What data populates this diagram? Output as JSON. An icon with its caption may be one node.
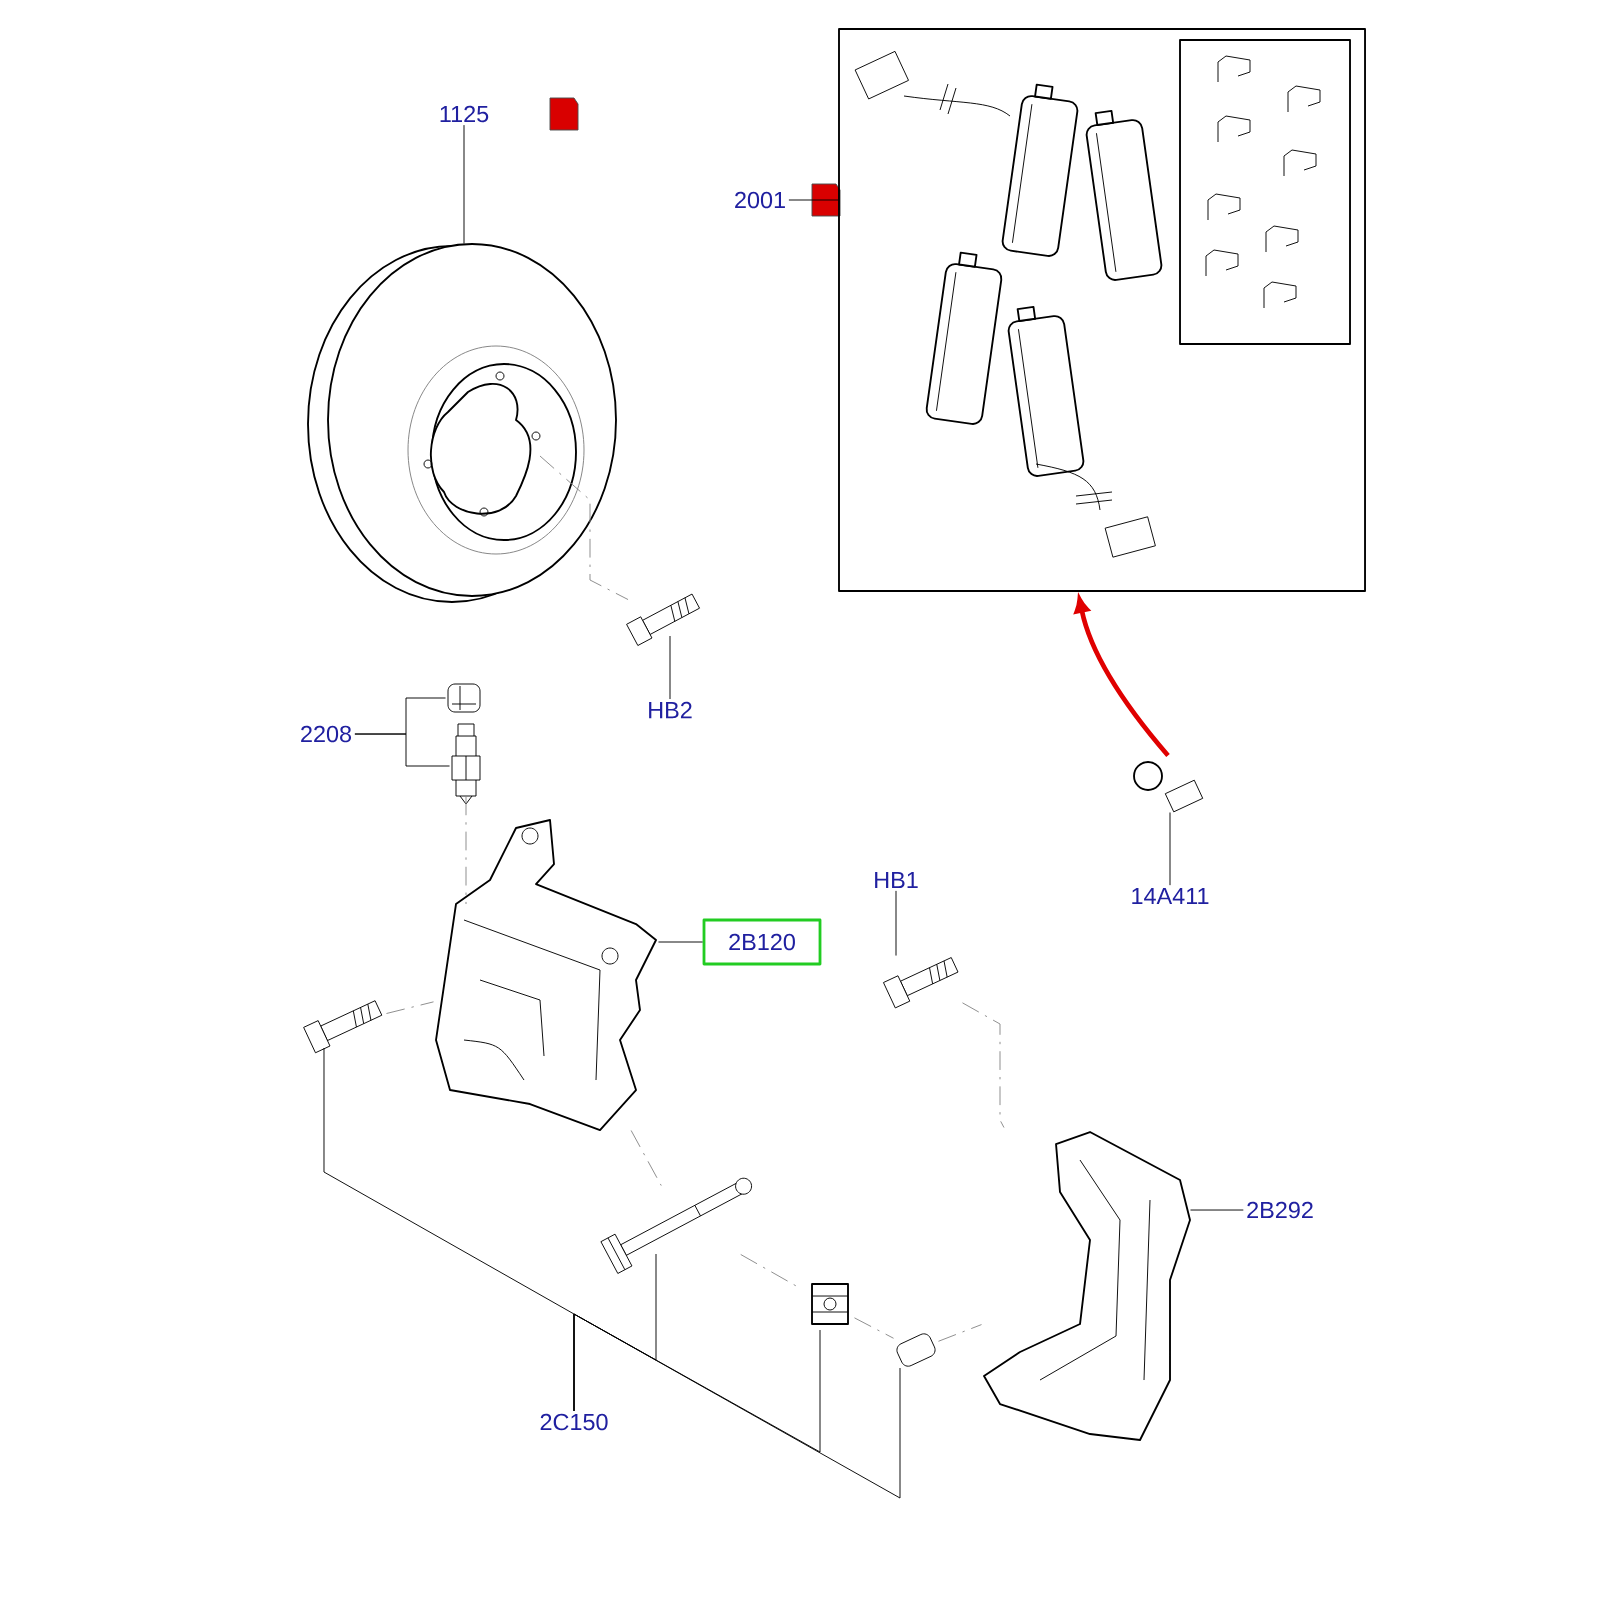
{
  "diagram": {
    "nodes": [
      {
        "text": [
          "1125"
        ]
      },
      {
        "text": [],
        "shape": "picture"
      },
      {
        "text": [
          "2001"
        ]
      },
      {
        "text": [],
        "shape": "box"
      },
      {
        "text": [
          "HB2"
        ]
      },
      {
        "text": [],
        "shape": "picture"
      },
      {
        "text": [
          "2208"
        ]
      },
      {
        "text": [],
        "shape": "picture"
      },
      {
        "text": [],
        "shape": "picture"
      },
      {
        "text": [
          "2B120"
        ]
      },
      {
        "text": [],
        "shape": "picture"
      },
      {
        "text": [
          "HB1"
        ]
      },
      {
        "text": [],
        "shape": "picture"
      },
      {
        "text": [
          "2B292"
        ]
      },
      {
        "text": [],
        "shape": "picture"
      },
      {
        "text": [
          "2C150"
        ]
      },
      {
        "text": [],
        "shape": "picture"
      },
      {
        "text": [],
        "shape": "picture"
      },
      {
        "text": [],
        "shape": "picture"
      },
      {
        "text": [],
        "shape": "picture"
      },
      {
        "text": [
          "14A411"
        ]
      },
      {
        "text": [],
        "shape": "picture"
      }
    ],
    "edges": [
      {
        "from": 0,
        "to": 1,
        "arrow": "none"
      },
      {
        "from": 2,
        "to": 3,
        "arrow": "none"
      },
      {
        "from": 4,
        "to": 5,
        "arrow": "none"
      },
      {
        "from": 6,
        "to": 7,
        "arrow": "none"
      },
      {
        "from": 6,
        "to": 8,
        "arrow": "none"
      },
      {
        "from": 9,
        "to": 10,
        "arrow": "none"
      },
      {
        "from": 11,
        "to": 12,
        "arrow": "none"
      },
      {
        "from": 13,
        "to": 14,
        "arrow": "none"
      },
      {
        "from": 15,
        "to": 16,
        "arrow": "none"
      },
      {
        "from": 15,
        "to": 17,
        "arrow": "none"
      },
      {
        "from": 15,
        "to": 18,
        "arrow": "none"
      },
      {
        "from": 15,
        "to": 19,
        "arrow": "none"
      },
      {
        "from": 20,
        "to": 21,
        "arrow": "none"
      },
      {
        "from": 21,
        "to": 3,
        "arrow": "to",
        "style": "thick",
        "color": "#e00000"
      },
      {
        "from": 1,
        "to": 5,
        "arrow": "none",
        "style": "dashed",
        "color": "#888888"
      },
      {
        "from": 8,
        "to": 10,
        "arrow": "none",
        "style": "dashed",
        "color": "#888888"
      },
      {
        "from": 16,
        "to": 10,
        "arrow": "none",
        "style": "dashed",
        "color": "#888888"
      },
      {
        "from": 10,
        "to": 17,
        "arrow": "none",
        "style": "dashed",
        "color": "#888888"
      },
      {
        "from": 17,
        "to": 18,
        "arrow": "none",
        "style": "dashed",
        "color": "#888888"
      },
      {
        "from": 18,
        "to": 19,
        "arrow": "none",
        "style": "dashed",
        "color": "#888888"
      },
      {
        "from": 19,
        "to": 14,
        "arrow": "none",
        "style": "dashed",
        "color": "#888888"
      },
      {
        "from": 12,
        "to": 14,
        "arrow": "none",
        "style": "dashed",
        "color": "#888888"
      }
    ]
  }
}
